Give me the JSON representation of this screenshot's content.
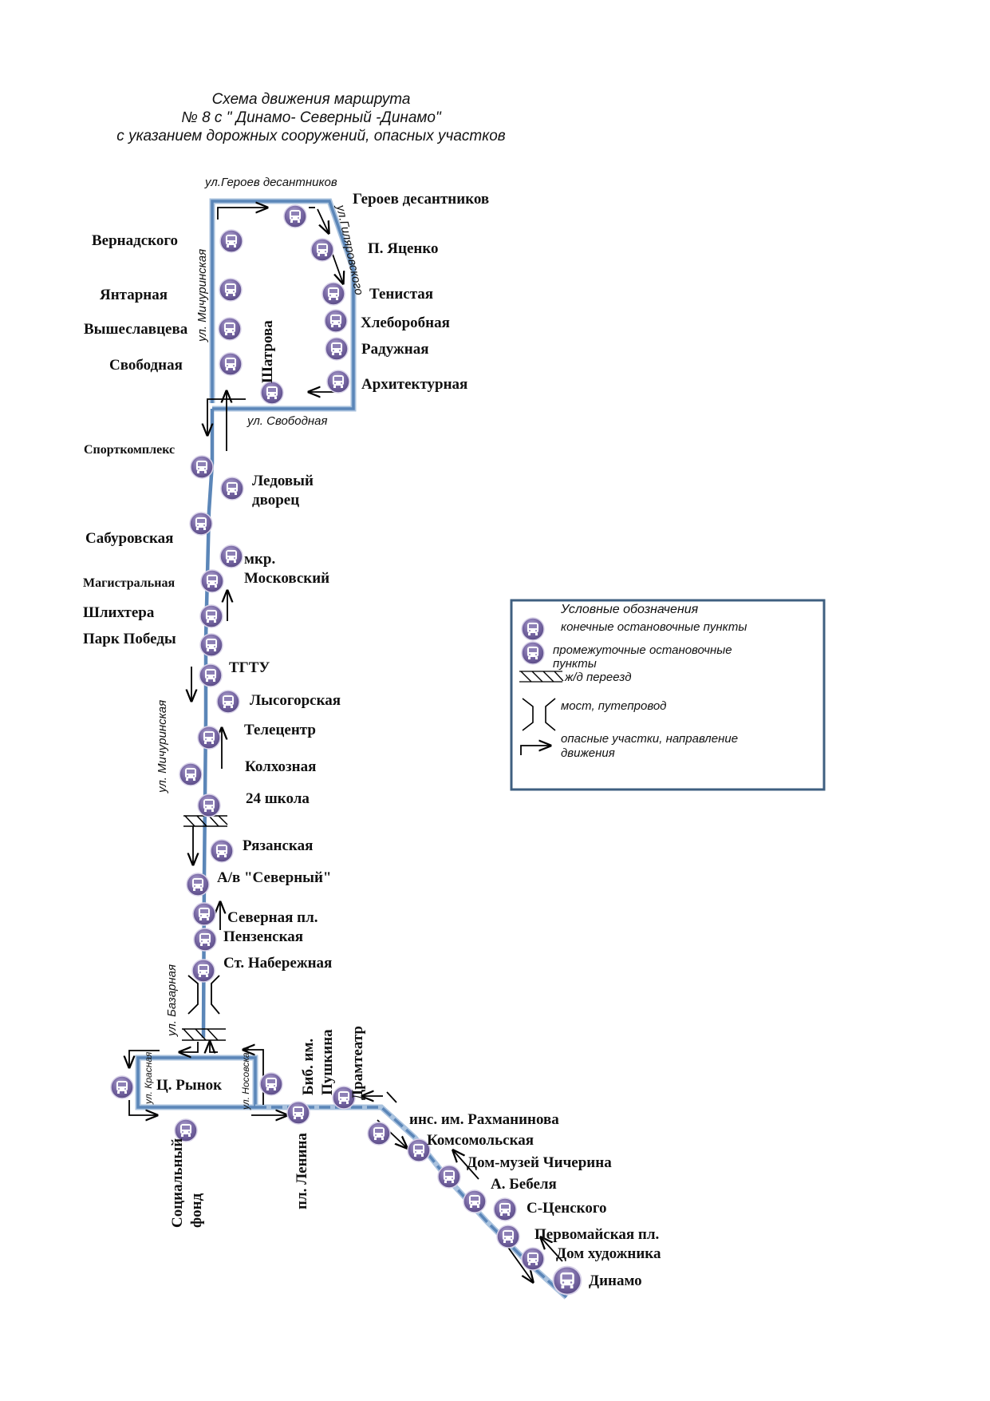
{
  "header": {
    "title_line1": "Схема движения маршрута",
    "title_line2": "№ 8 с \" Динамо- Северный -Динамо\"",
    "title_line3": "с указанием дорожных сооружений, опасных участков"
  },
  "colors": {
    "route_line": "#5b86b8",
    "route_line_light": "#a9c2de",
    "stop_fill": "#6f5f9a",
    "stop_fill_light": "#a99ccb",
    "arrow": "#000000",
    "legend_border": "#3f5f80"
  },
  "streets": [
    {
      "id": "geroev",
      "label": "ул.Героев десантников"
    },
    {
      "id": "michurinskaya_top",
      "label": "ул. Мичуринская"
    },
    {
      "id": "gilyarovskogo",
      "label": "ул.Гиляровского"
    },
    {
      "id": "svobodnaya",
      "label": "ул. Свободная"
    },
    {
      "id": "michurinskaya_mid",
      "label": "ул. Мичуринская"
    },
    {
      "id": "bazarnaya",
      "label": "ул. Базарная"
    },
    {
      "id": "krasnaya",
      "label": "ул. Красная"
    },
    {
      "id": "nosovskaya",
      "label": "ул. Носовская"
    }
  ],
  "stops": [
    {
      "id": "geroev_desantnikov",
      "label": "Героев десантников",
      "type": "intermediate"
    },
    {
      "id": "vernadskogo",
      "label": "Вернадского",
      "type": "intermediate"
    },
    {
      "id": "p_yatsenko",
      "label": "П. Яценко",
      "type": "intermediate"
    },
    {
      "id": "yantarnaya",
      "label": "Янтарная",
      "type": "intermediate"
    },
    {
      "id": "tenistaya",
      "label": "Тенистая",
      "type": "intermediate"
    },
    {
      "id": "khleborobnaya",
      "label": "Хлеборобная",
      "type": "intermediate"
    },
    {
      "id": "vysheslavtseva",
      "label": "Вышеславцева",
      "type": "intermediate"
    },
    {
      "id": "raduzhnaya",
      "label": "Радужная",
      "type": "intermediate"
    },
    {
      "id": "svobodnaya",
      "label": "Свободная",
      "type": "intermediate"
    },
    {
      "id": "shatrova",
      "label": "Шатрова",
      "type": "intermediate"
    },
    {
      "id": "arkhitekturnaya",
      "label": "Архитектурная",
      "type": "intermediate"
    },
    {
      "id": "sportkompleks",
      "label": "Спорткомплекс",
      "type": "intermediate"
    },
    {
      "id": "ledovy_dvorets",
      "label": "Ледовый дворец",
      "type": "intermediate"
    },
    {
      "id": "saburovskaya",
      "label": "Сабуровская",
      "type": "intermediate"
    },
    {
      "id": "mkr_moskovsky",
      "label": "мкр. Московский",
      "type": "intermediate"
    },
    {
      "id": "magistralnaya",
      "label": "Магистральная",
      "type": "intermediate"
    },
    {
      "id": "shlikhtera",
      "label": "Шлихтера",
      "type": "intermediate"
    },
    {
      "id": "park_pobedy",
      "label": "Парк Победы",
      "type": "intermediate"
    },
    {
      "id": "tgtu",
      "label": "ТГТУ",
      "type": "intermediate"
    },
    {
      "id": "lysogorskaya",
      "label": "Лысогорская",
      "type": "intermediate"
    },
    {
      "id": "telecentr",
      "label": "Телецентр",
      "type": "intermediate"
    },
    {
      "id": "kolkhoznaya",
      "label": "Колхозная",
      "type": "intermediate"
    },
    {
      "id": "shkola24",
      "label": "24 школа",
      "type": "intermediate"
    },
    {
      "id": "ryazanskaya",
      "label": "Рязанская",
      "type": "intermediate"
    },
    {
      "id": "av_severny",
      "label": "А/в \"Северный\"",
      "type": "intermediate"
    },
    {
      "id": "severnaya_pl",
      "label": "Северная пл.",
      "type": "intermediate"
    },
    {
      "id": "penzenskaya",
      "label": "Пензенская",
      "type": "intermediate"
    },
    {
      "id": "st_naberezhnaya",
      "label": "Ст. Набережная",
      "type": "intermediate"
    },
    {
      "id": "ts_rynok",
      "label": "Ц. Рынок",
      "type": "intermediate"
    },
    {
      "id": "sotsialny_fond",
      "label": "Социальный фонд",
      "type": "intermediate"
    },
    {
      "id": "pl_lenina",
      "label": "пл. Ленина",
      "type": "intermediate"
    },
    {
      "id": "bib_pushkina",
      "label": "Биб. им. Пушкина",
      "type": "intermediate"
    },
    {
      "id": "dramteatr",
      "label": "Драмтеатр",
      "type": "intermediate"
    },
    {
      "id": "ins_rakhmaninova",
      "label": "инс. им. Рахманинова",
      "type": "intermediate"
    },
    {
      "id": "komsomolskaya",
      "label": "Комсомольская",
      "type": "intermediate"
    },
    {
      "id": "dom_muzey_chicherina",
      "label": "Дом-музей Чичерина",
      "type": "intermediate"
    },
    {
      "id": "a_bebelya",
      "label": "А. Бебеля",
      "type": "intermediate"
    },
    {
      "id": "s_tsenskogo",
      "label": "С-Ценского",
      "type": "intermediate"
    },
    {
      "id": "pervomayskaya_pl",
      "label": "Первомайская пл.",
      "type": "intermediate"
    },
    {
      "id": "dom_khudozhnika",
      "label": "Дом художника",
      "type": "intermediate"
    },
    {
      "id": "dinamo",
      "label": "Динамо",
      "type": "terminal"
    }
  ],
  "legend": {
    "title": "Условные обозначения",
    "items": [
      {
        "icon": "bus-stop-terminal-icon",
        "label": "конечные остановочные пункты"
      },
      {
        "icon": "bus-stop-intermediate-icon",
        "label_line1": "промежуточные  остановочные",
        "label_line2": "пункты"
      },
      {
        "icon": "railway-crossing-icon",
        "label": "ж/д переезд"
      },
      {
        "icon": "bridge-icon",
        "label": "мост, путепровод"
      },
      {
        "icon": "danger-direction-arrow-icon",
        "label_line1": "опасные участки, направление",
        "label_line2": "движения"
      }
    ]
  }
}
